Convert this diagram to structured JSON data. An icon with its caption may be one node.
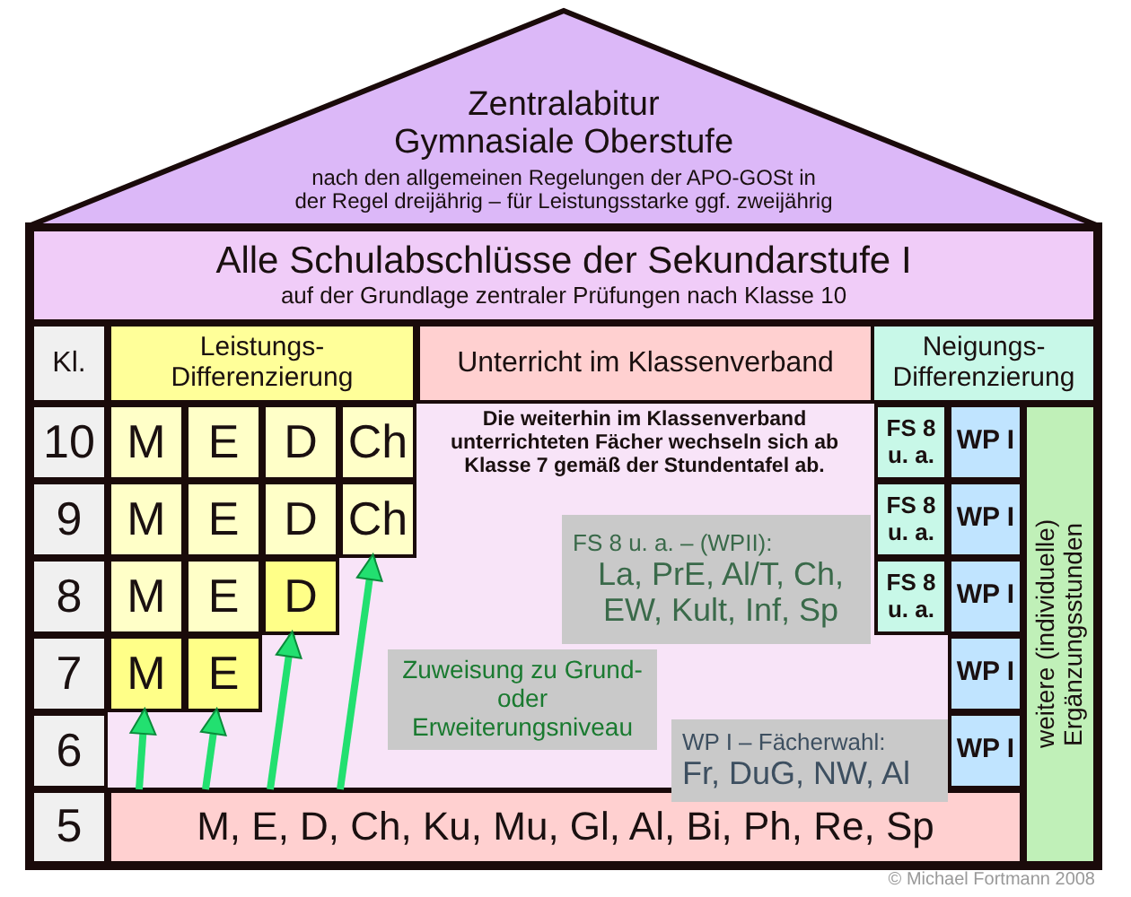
{
  "diagram": {
    "nodes": [
      {
        "text": [
          "Zentralabitur Gymnasiale Oberstufe",
          "nach den allgemeinen Regelungen der APO-GOSt in der Regel dreijährig – für Leistungsstarke ggf. zweijährig"
        ]
      },
      {
        "text": [
          "Alle Schulabschlüsse der Sekundarstufe I",
          "auf der Grundlage zentraler Prüfungen nach Klasse 10"
        ]
      },
      {
        "text": [
          "Kl."
        ]
      },
      {
        "text": [
          "Leistungs-Differenzierung"
        ]
      },
      {
        "text": [
          "Unterricht im Klassenverband"
        ]
      },
      {
        "text": [
          "Neigungs-Differenzierung"
        ]
      },
      {
        "text": [
          "10"
        ]
      },
      {
        "text": [
          "M"
        ]
      },
      {
        "text": [
          "E"
        ]
      },
      {
        "text": [
          "D"
        ]
      },
      {
        "text": [
          "Ch"
        ]
      },
      {
        "text": [
          "Die weiterhin im Klassenverband unterrichteten Fächer wechseln sich ab Klasse 7 gemäß der Stundentafel ab."
        ]
      },
      {
        "text": [
          "FS 8 u. a."
        ]
      },
      {
        "text": [
          "WP I"
        ]
      },
      {
        "text": [
          "weitere (individuelle) Ergänzungsstunden"
        ]
      },
      {
        "text": [
          "9"
        ]
      },
      {
        "text": [
          "M"
        ]
      },
      {
        "text": [
          "E"
        ]
      },
      {
        "text": [
          "D"
        ]
      },
      {
        "text": [
          "Ch"
        ]
      },
      {
        "text": [
          "FS 8 u. a."
        ]
      },
      {
        "text": [
          "WP I"
        ]
      },
      {
        "text": [
          "FS 8 u. a. – (WPII):",
          "La, PrE, Al/T, Ch, EW, Kult, Inf, Sp"
        ]
      },
      {
        "text": [
          "8"
        ]
      },
      {
        "text": [
          "M"
        ]
      },
      {
        "text": [
          "E"
        ]
      },
      {
        "text": [
          "D"
        ]
      },
      {
        "text": [
          "FS 8 u. a."
        ]
      },
      {
        "text": [
          "WP I"
        ]
      },
      {
        "text": [
          "7"
        ]
      },
      {
        "text": [
          "M"
        ]
      },
      {
        "text": [
          "E"
        ]
      },
      {
        "text": [
          "Zuweisung zu Grund- oder Erweiterungsniveau"
        ]
      },
      {
        "text": [
          "WP I"
        ]
      },
      {
        "text": [
          "6"
        ]
      },
      {
        "text": [
          "WP I – Fächerwahl:",
          "Fr, DuG, NW, Al"
        ]
      },
      {
        "text": [
          "WP I"
        ]
      },
      {
        "text": [
          "5"
        ]
      },
      {
        "text": [
          "M, E, D, Ch, Ku, Mu, Gl, Al, Bi, Ph, Re, Sp"
        ]
      }
    ],
    "edges": [
      {
        "from": 38,
        "to": 30,
        "arrow": "to"
      },
      {
        "from": 38,
        "to": 31,
        "arrow": "to"
      },
      {
        "from": 38,
        "to": 26,
        "arrow": "to"
      },
      {
        "from": 38,
        "to": 19,
        "arrow": "to"
      }
    ],
    "labels": [
      "© Michael Fortmann 2008"
    ]
  }
}
